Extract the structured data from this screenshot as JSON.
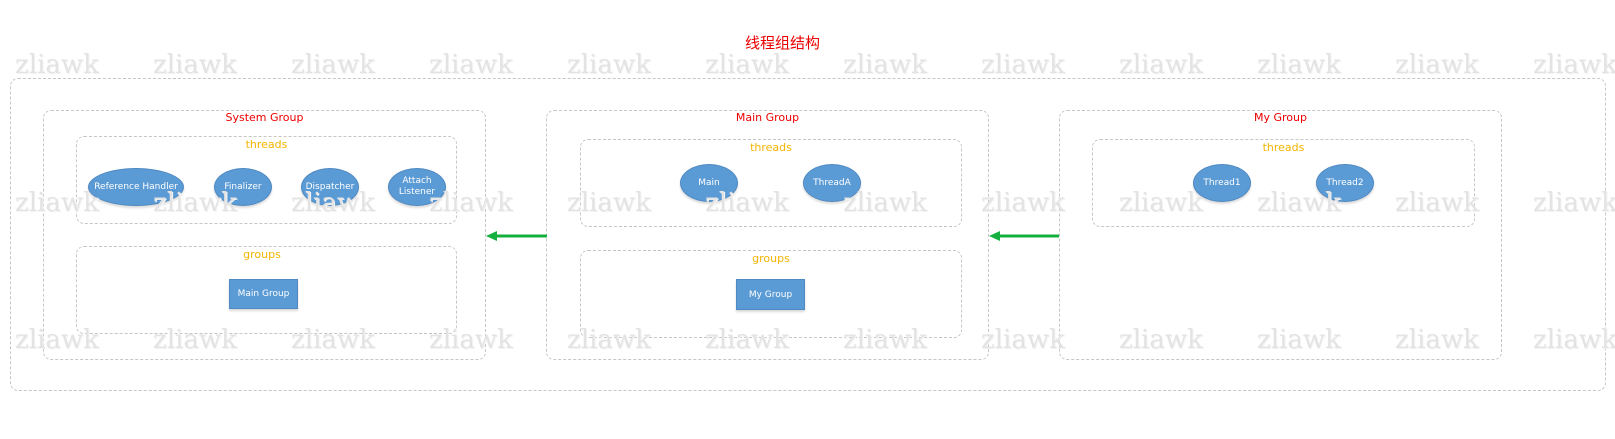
{
  "title": "线程组结构",
  "watermark": "zliawk",
  "groups": [
    {
      "name": "System Group",
      "threads_label": "threads",
      "threads": [
        "Reference Handler",
        "Finalizer",
        "Dispatcher",
        "Attach Listener"
      ],
      "groups_label": "groups",
      "subgroups": [
        "Main Group"
      ]
    },
    {
      "name": "Main Group",
      "threads_label": "threads",
      "threads": [
        "Main",
        "ThreadA"
      ],
      "groups_label": "groups",
      "subgroups": [
        "My Group"
      ]
    },
    {
      "name": "My Group",
      "threads_label": "threads",
      "threads": [
        "Thread1",
        "Thread2"
      ]
    }
  ],
  "colors": {
    "title": "#ea0000",
    "group_label": "#ee0000",
    "section_label": "#f3b400",
    "node_fill": "#5b9bd5",
    "arrow": "#13b040"
  }
}
